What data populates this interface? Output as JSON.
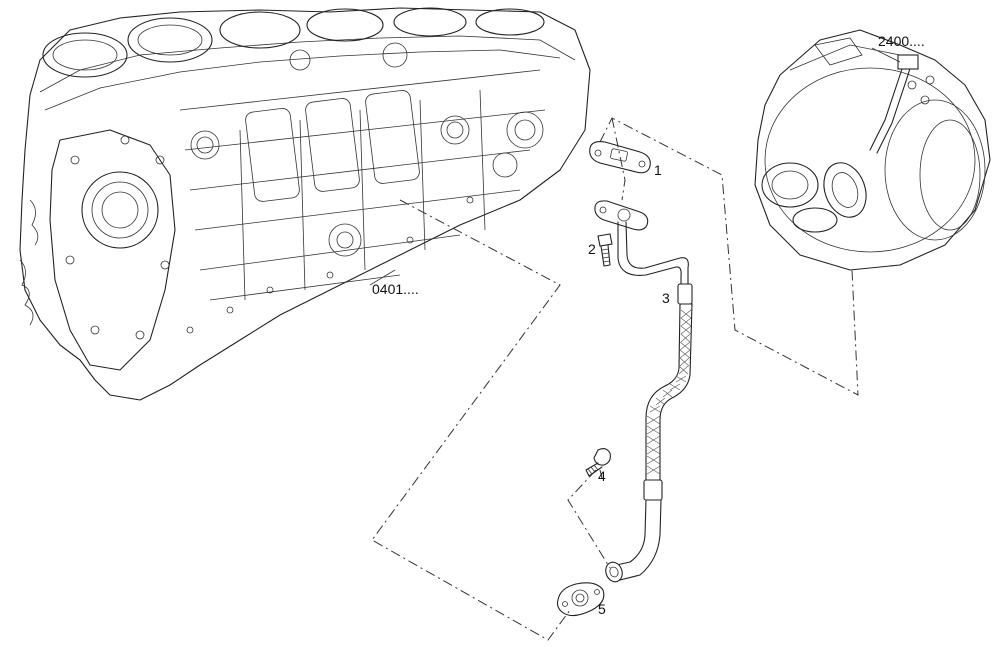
{
  "labels": {
    "part_1": "1",
    "part_2": "2",
    "part_3": "3",
    "part_4": "4",
    "part_5": "5",
    "ref_engine_block": "0401....",
    "ref_turbocharger": "2400...."
  }
}
